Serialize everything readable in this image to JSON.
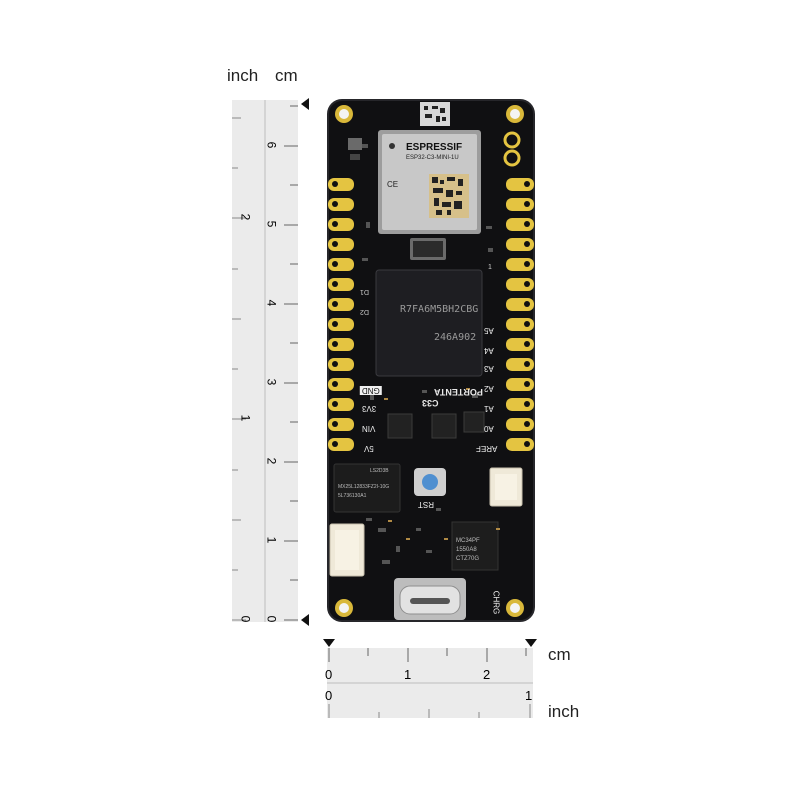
{
  "rulers": {
    "vertical": {
      "unit_left": "inch",
      "unit_right": "cm",
      "inch_labels": [
        "0",
        "1",
        "2"
      ],
      "cm_labels": [
        "0",
        "1",
        "2",
        "3",
        "4",
        "5",
        "6"
      ]
    },
    "horizontal": {
      "unit_top": "cm",
      "unit_bottom": "inch",
      "cm_labels": [
        "0",
        "1",
        "2"
      ],
      "inch_labels": [
        "0",
        "1"
      ]
    }
  },
  "board": {
    "module_brand": "ESPRESSIF",
    "module_model": "ESP32-C3-MINI-1U",
    "module_ce": "CE",
    "mcu_part": "R7FA6M5BH2CBG",
    "mcu_code": "246A902",
    "board_name_line1": "PORTENTA",
    "board_name_line2": "C33",
    "flash_line1": "LS2D3B",
    "flash_line2": "MX25L12833FZ2I-10G",
    "flash_line3": "5L736130A1",
    "pmic_line1": "MC34PF",
    "pmic_line2": "1550A8",
    "pmic_line3": "CTZ70G",
    "left_pin_labels": [
      "GND",
      "3V3",
      "VIN",
      "5V"
    ],
    "right_pin_labels": [
      "A5",
      "A4",
      "A3",
      "A2",
      "A1",
      "A0",
      "AREF"
    ],
    "right_top_labels": [
      "1"
    ],
    "left_top_labels": [
      "D1",
      "D2"
    ],
    "button_label": "RST",
    "charge_label": "CHRG"
  }
}
